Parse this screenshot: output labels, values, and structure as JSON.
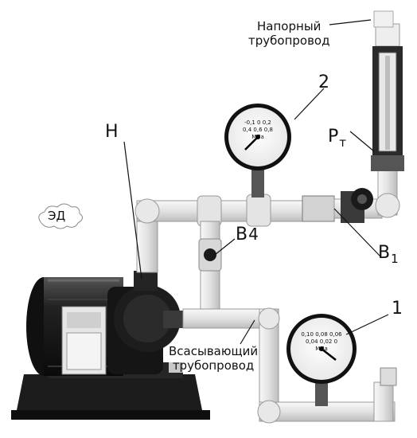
{
  "labels": {
    "discharge_pipe": [
      "Напорный",
      "трубопровод"
    ],
    "suction_pipe": [
      "Всасывающий",
      "трубопровод"
    ],
    "motor": "ЭД",
    "pump": "Н",
    "gauge_2": "2",
    "gauge_1": "1",
    "flowmeter": {
      "main": "Р",
      "sub": "т"
    },
    "valve_b1": {
      "main": "В",
      "sub": "1"
    },
    "valve_b4": {
      "main": "В",
      "sub": "4"
    }
  },
  "gauge_2_dial": {
    "ticks": [
      "-0,1",
      "0",
      "0,2",
      "0,4",
      "0,6",
      "0,8"
    ],
    "unit": "МПа"
  },
  "gauge_1_dial": {
    "ticks": [
      "0,10",
      "0,08",
      "0,06",
      "0,04",
      "0,02",
      "0"
    ],
    "unit": "МПа"
  },
  "colors": {
    "pipe": "#eeeeee",
    "metal": "#2a2a2a",
    "motor": "#1a1a1a"
  }
}
